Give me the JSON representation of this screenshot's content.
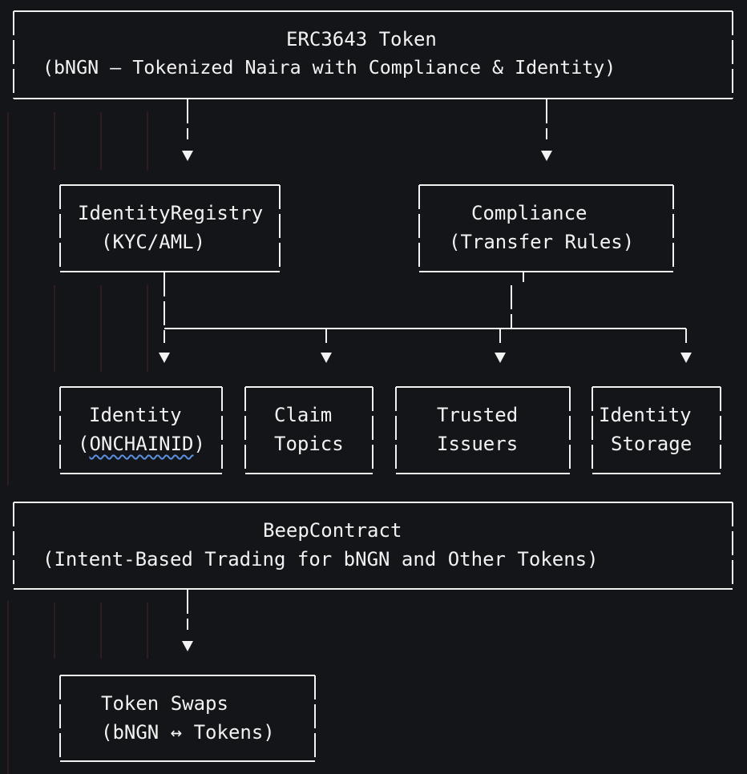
{
  "colors": {
    "background": "#141518",
    "foreground": "#f2f2f2",
    "indent_guide": "#3a2026",
    "spellcheck_underline": "#5b8fe0"
  },
  "token_box": {
    "line1": "ERC3643 Token",
    "line2": "(bNGN – Tokenized Naira with Compliance & Identity)"
  },
  "identity_registry_box": {
    "line1": "IdentityRegistry",
    "line2": "(KYC/AML)"
  },
  "compliance_box": {
    "line1": "Compliance",
    "line2": "(Transfer Rules)"
  },
  "identity_box": {
    "line1": "Identity",
    "line2_open": "(",
    "line2_word": "ONCHAINID",
    "line2_close": ")"
  },
  "claim_topics_box": {
    "line1": "Claim",
    "line2": "Topics"
  },
  "trusted_issuers_box": {
    "line1": "Trusted",
    "line2": "Issuers"
  },
  "identity_storage_box": {
    "line1": "Identity",
    "line2": "Storage"
  },
  "beep_contract_box": {
    "line1": "BeepContract",
    "line2": "(Intent-Based Trading for bNGN and Other Tokens)"
  },
  "token_swaps_box": {
    "line1": "Token Swaps",
    "line2": "(bNGN ↔ Tokens)"
  }
}
